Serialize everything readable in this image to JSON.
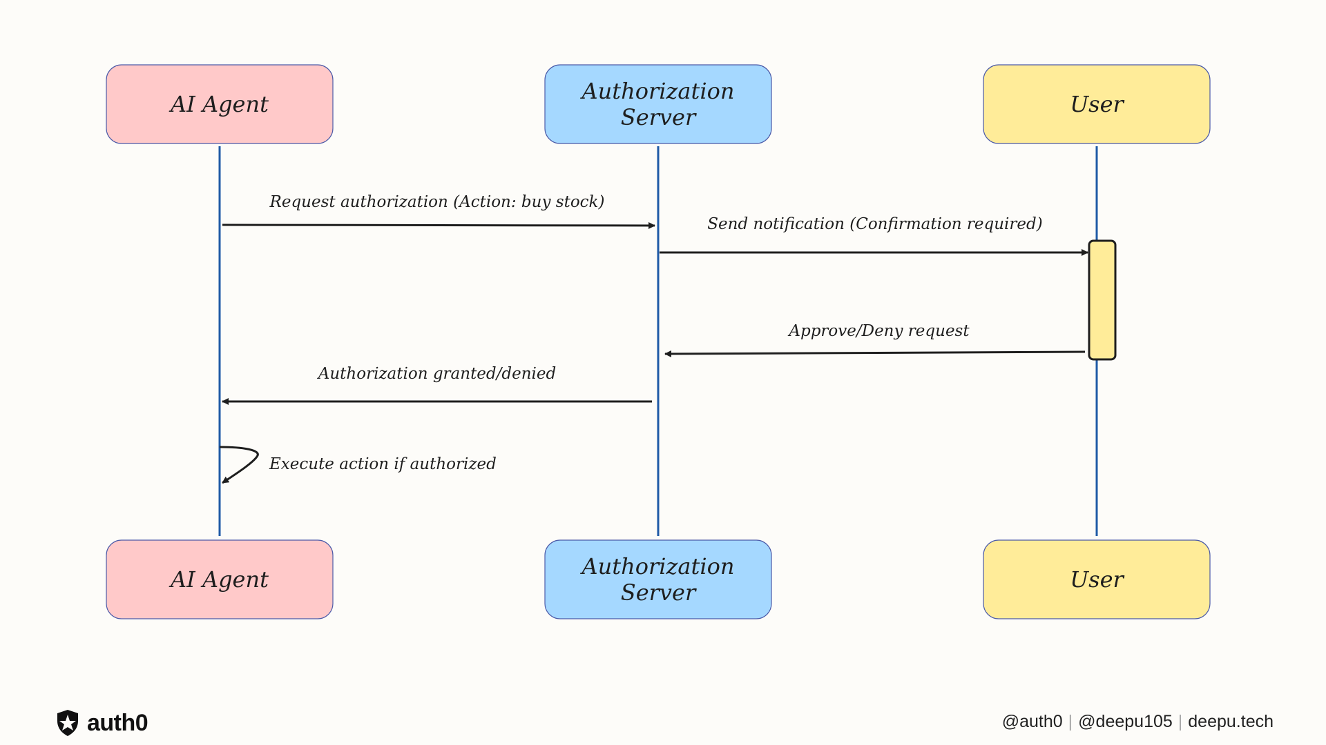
{
  "actors": [
    {
      "id": "agent",
      "label_lines": [
        "AI Agent"
      ],
      "fill": "#ffc9c9",
      "stroke": "#4b5aa8"
    },
    {
      "id": "server",
      "label_lines": [
        "Authorization",
        "Server"
      ],
      "fill": "#a5d8ff",
      "stroke": "#4b5aa8"
    },
    {
      "id": "user",
      "label_lines": [
        "User"
      ],
      "fill": "#ffec99",
      "stroke": "#4b5aa8"
    }
  ],
  "messages": [
    {
      "label": "Request authorization (Action: buy stock)",
      "from": "agent",
      "to": "server"
    },
    {
      "label": "Send notification (Confirmation required)",
      "from": "server",
      "to": "user"
    },
    {
      "label": "Approve/Deny request",
      "from": "user",
      "to": "server"
    },
    {
      "label": "Authorization granted/denied",
      "from": "server",
      "to": "agent"
    },
    {
      "label": "Execute action if authorized",
      "from": "agent",
      "to": "agent"
    }
  ],
  "lifeline_color": "#1f5aa6",
  "arrow_color": "#1e1e1e",
  "activation_fill": "#ffec99",
  "footer": {
    "logo_text": "auth0",
    "handle_1": "@auth0",
    "handle_2": "@deepu105",
    "site": "deepu.tech",
    "separator": "|"
  }
}
